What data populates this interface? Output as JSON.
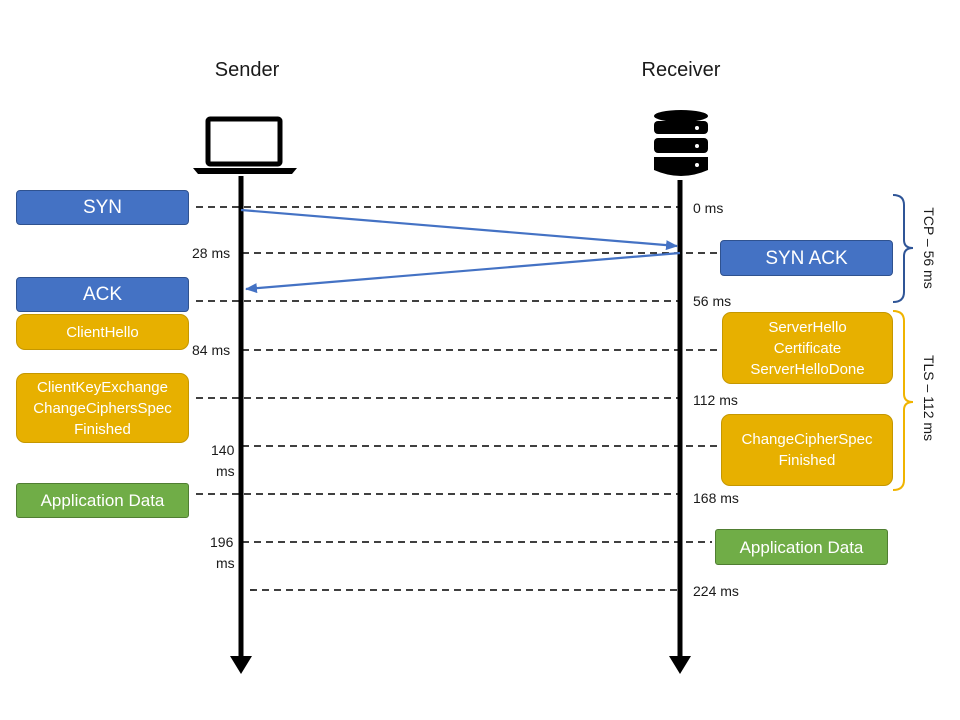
{
  "parties": {
    "sender": "Sender",
    "receiver": "Receiver"
  },
  "colors": {
    "blue_box": "#4472c4",
    "gold_box": "#e7b000",
    "green_box": "#70ad47",
    "arrow": "#4472c4",
    "tcp_bracket": "#2f5597",
    "tls_bracket": "#f0b400"
  },
  "icons": {
    "sender": "laptop-icon",
    "receiver": "database-icon"
  },
  "times": {
    "t0": "0 ms",
    "t28": "28 ms",
    "t56": "56 ms",
    "t84": "84 ms",
    "t112": "112 ms",
    "t140_a": "140",
    "t140_b": "ms",
    "t168": "168 ms",
    "t196_a": "196",
    "t196_b": "ms",
    "t224": "224 ms"
  },
  "messages": {
    "syn": "SYN",
    "synack": "SYN ACK",
    "ack": "ACK",
    "client_hello": "ClientHello",
    "server_hello": [
      "ServerHello",
      "Certificate",
      "ServerHelloDone"
    ],
    "client_key": [
      "ClientKeyExchange",
      "ChangeCiphersSpec",
      "Finished"
    ],
    "server_ccs": [
      "ChangeCipherSpec",
      "Finished"
    ],
    "app_sender": "Application Data",
    "app_receiver": "Application Data"
  },
  "brackets": {
    "tcp": "TCP – 56 ms",
    "tls": "TLS – 112 ms"
  }
}
